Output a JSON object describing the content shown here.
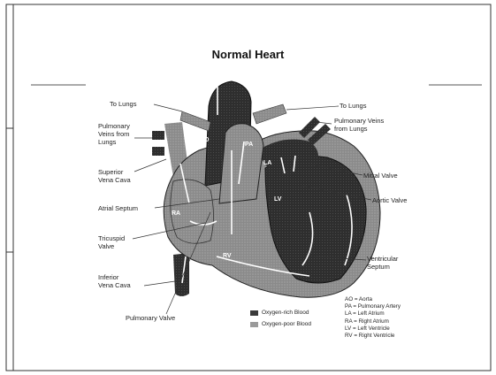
{
  "title": "Normal Heart",
  "labels": {
    "to_lungs_left": "To Lungs",
    "to_lungs_right": "To Lungs",
    "pulmonary_veins_left": "Pulmonary\nVeins from\nLungs",
    "pulmonary_veins_right": "Pulmonary Veins\nfrom Lungs",
    "superior_vena_cava": "Superior\nVena Cava",
    "atrial_septum": "Atrial Septum",
    "tricuspid_valve": "Tricuspid\nValve",
    "inferior_vena_cava": "Inferior\nVena Cava",
    "pulmonary_valve": "Pulmonary Valve",
    "mitral_valve": "Mitral Valve",
    "aortic_valve": "Aortic Valve",
    "ventricular_septum": "Ventricular\nSeptum"
  },
  "chambers": {
    "ao": "AO",
    "pa": "PA",
    "la": "LA",
    "ra": "RA",
    "lv": "LV",
    "rv": "RV"
  },
  "legend": [
    {
      "label": "Oxygen-rich Blood",
      "color": "#3a3a3a"
    },
    {
      "label": "Oxygen-poor Blood",
      "color": "#9a9a9a"
    }
  ],
  "abbreviations": [
    "AO = Aorta",
    "PA = Pulmonary Artery",
    "LA = Left Atrium",
    "RA = Right Atrium",
    "LV = Left Ventricle",
    "RV = Right Ventricle"
  ]
}
